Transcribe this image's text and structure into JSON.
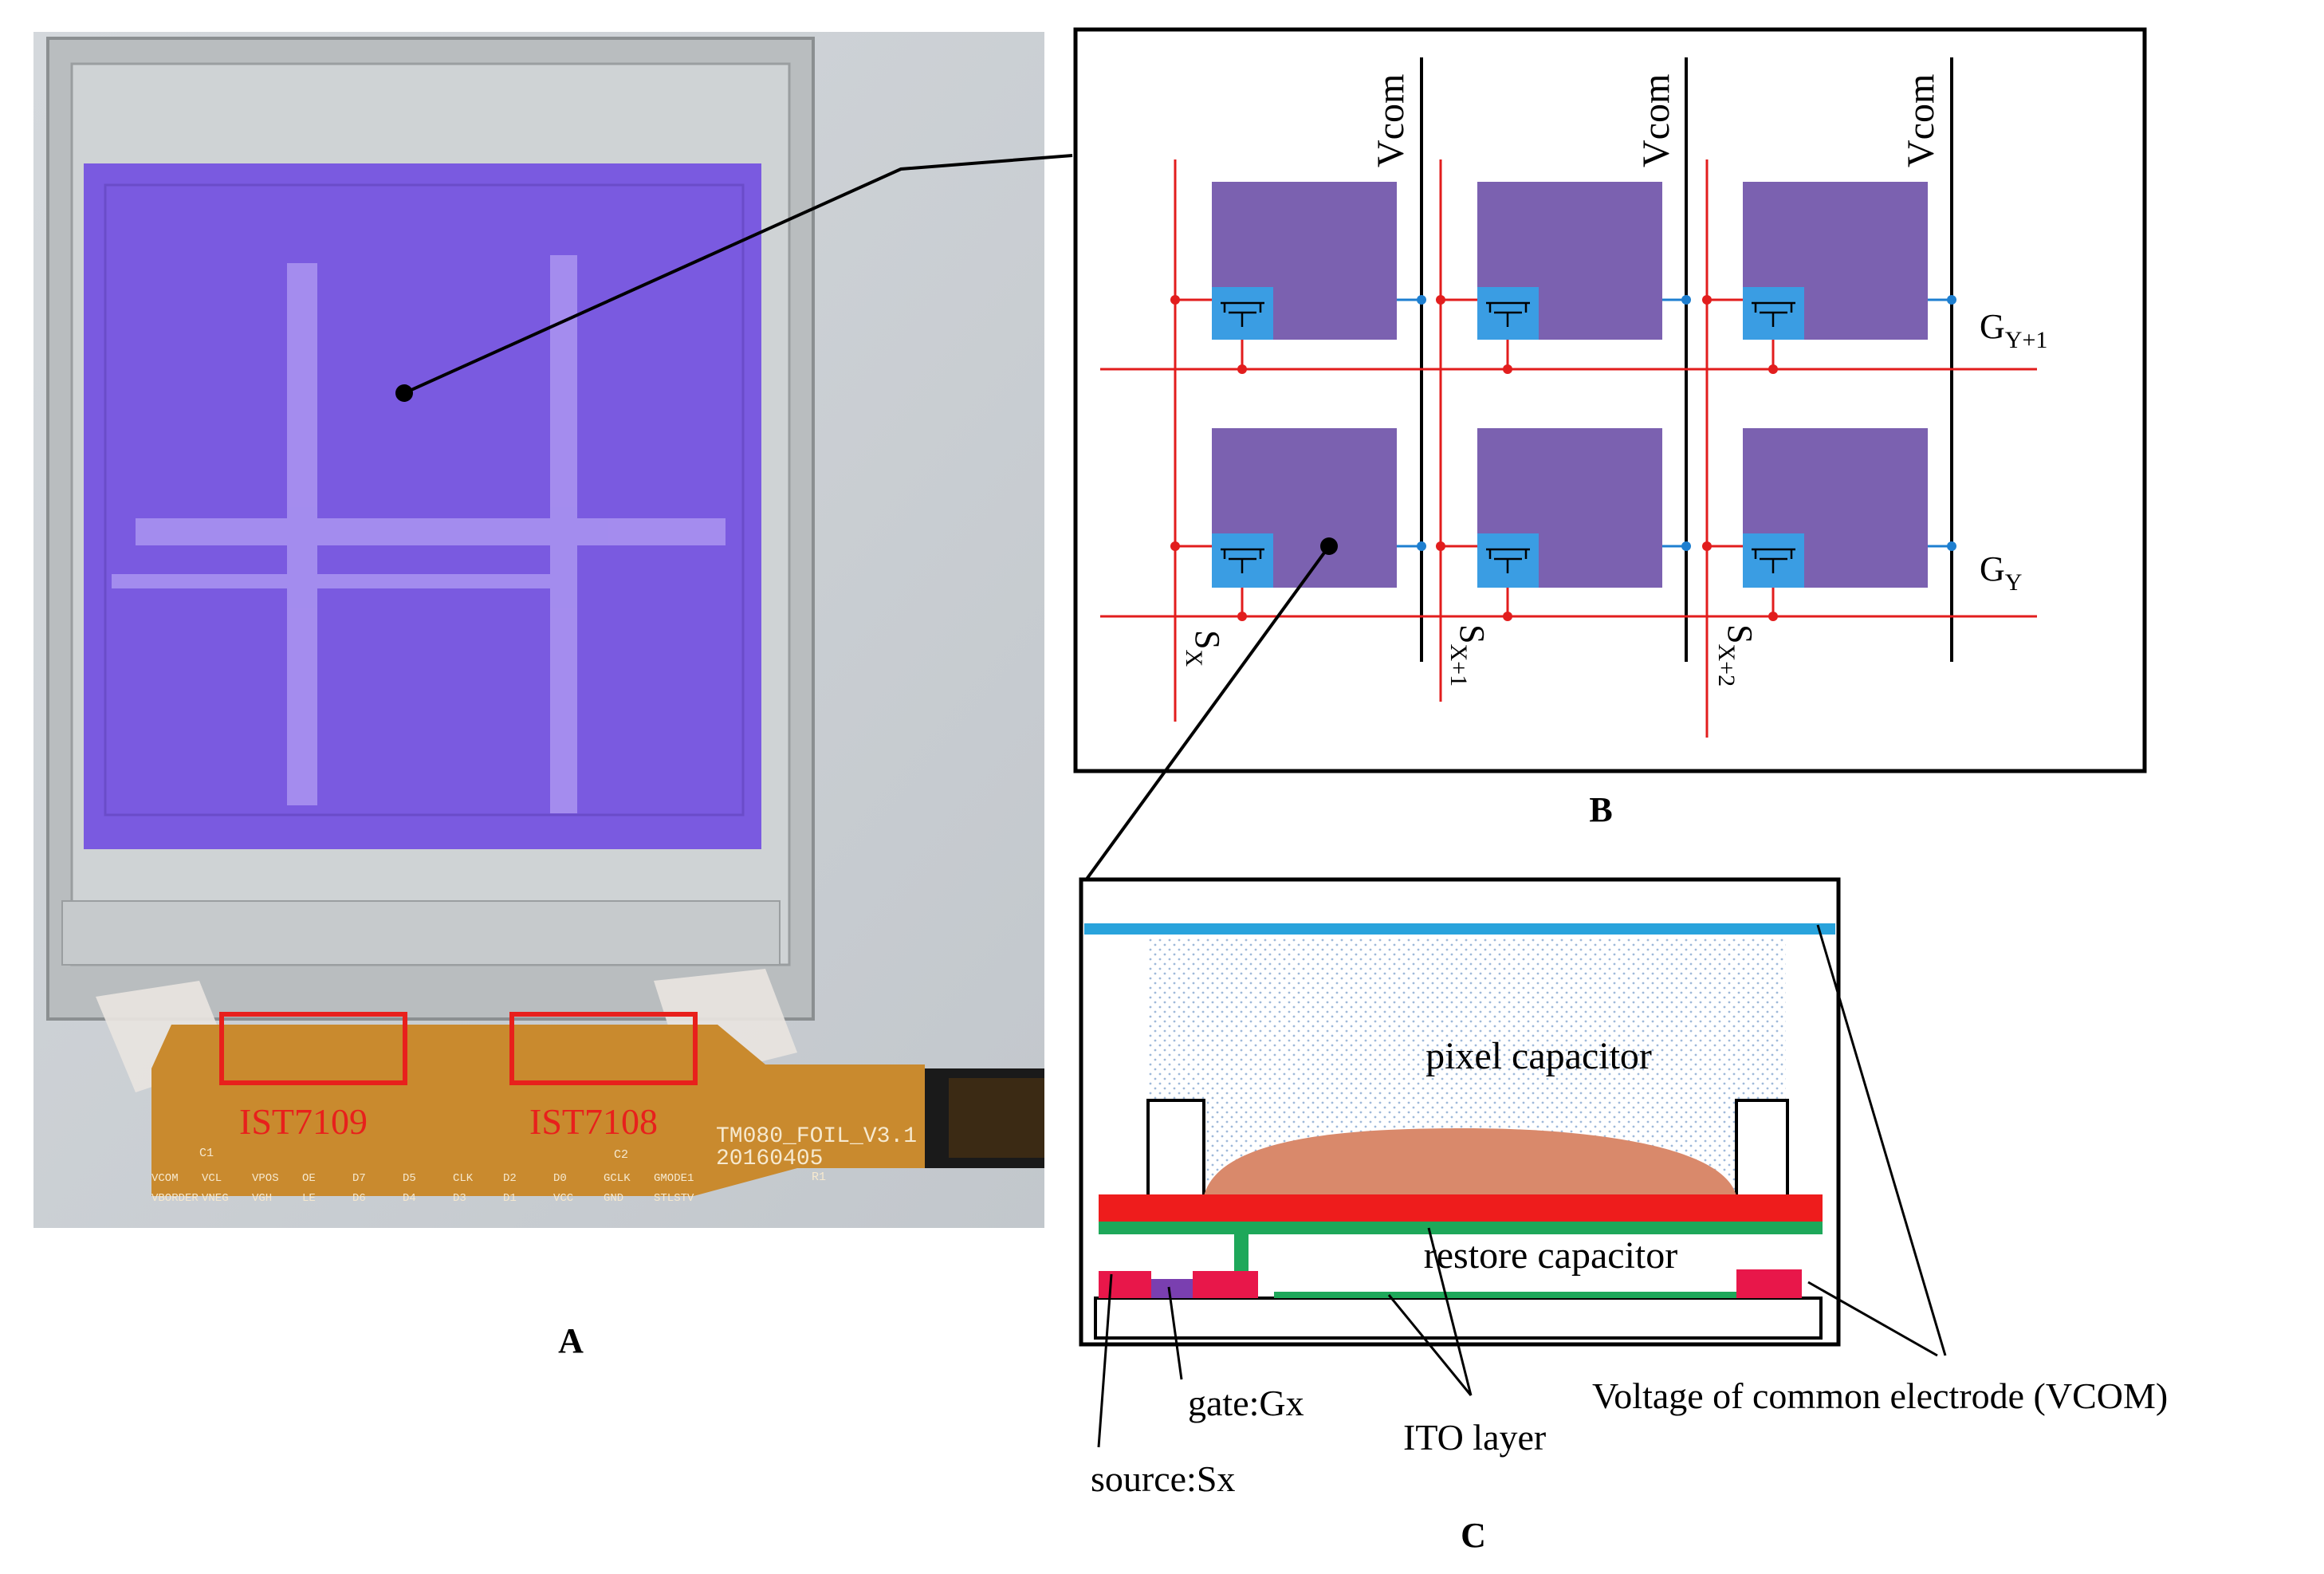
{
  "panels": {
    "a": {
      "label": "A",
      "chips": [
        "IST7109",
        "IST7108"
      ],
      "foil_id": "TM080_FOIL_V3.1",
      "foil_date": "20160405",
      "marks": {
        "c1": "C1",
        "c2": "C2",
        "r1": "R1"
      },
      "pins_top": [
        "VCOM",
        "VCL",
        "VPOS",
        "OE",
        "D7",
        "D5",
        "CLK",
        "D2",
        "D0",
        "GCLK",
        "GMODE1"
      ],
      "pins_bottom": [
        "VBORDER",
        "VNEG",
        "VGH",
        "LE",
        "D6",
        "D4",
        "D3",
        "D1",
        "VCC",
        "GND",
        "STLSTV"
      ],
      "colors": {
        "panel": "#7a5ae0",
        "flex": "#c98a2e",
        "highlight": "#e8201c"
      }
    },
    "b": {
      "label": "B",
      "vcom": "Vcom",
      "gate_rows": [
        {
          "base": "G",
          "sub": "Y+1"
        },
        {
          "base": "G",
          "sub": "Y"
        }
      ],
      "source_cols": [
        {
          "base": "S",
          "sub": "X"
        },
        {
          "base": "S",
          "sub": "X+1"
        },
        {
          "base": "S",
          "sub": "X+2"
        }
      ],
      "colors": {
        "pixel": "#7b61b0",
        "tft": "#3a9de3",
        "gate_source_line": "#e21d1d",
        "vcom_line": "#000000",
        "vcom_dot": "#1e7fd0"
      }
    },
    "c": {
      "label": "C",
      "pixel_capacitor": "pixel capacitor",
      "restore_capacitor": "restore capacitor",
      "gate": "gate:Gx",
      "source": "source:Sx",
      "ito": "ITO layer",
      "vcom_label": "Voltage of common electrode (VCOM)",
      "colors": {
        "top_electrode": "#29a3dc",
        "electrode_red": "#ee1c1c",
        "ito_green": "#1ea85a",
        "droplet": "#d9896b",
        "gate_purple": "#7a3fb0",
        "pad_red": "#e8174a"
      }
    }
  }
}
